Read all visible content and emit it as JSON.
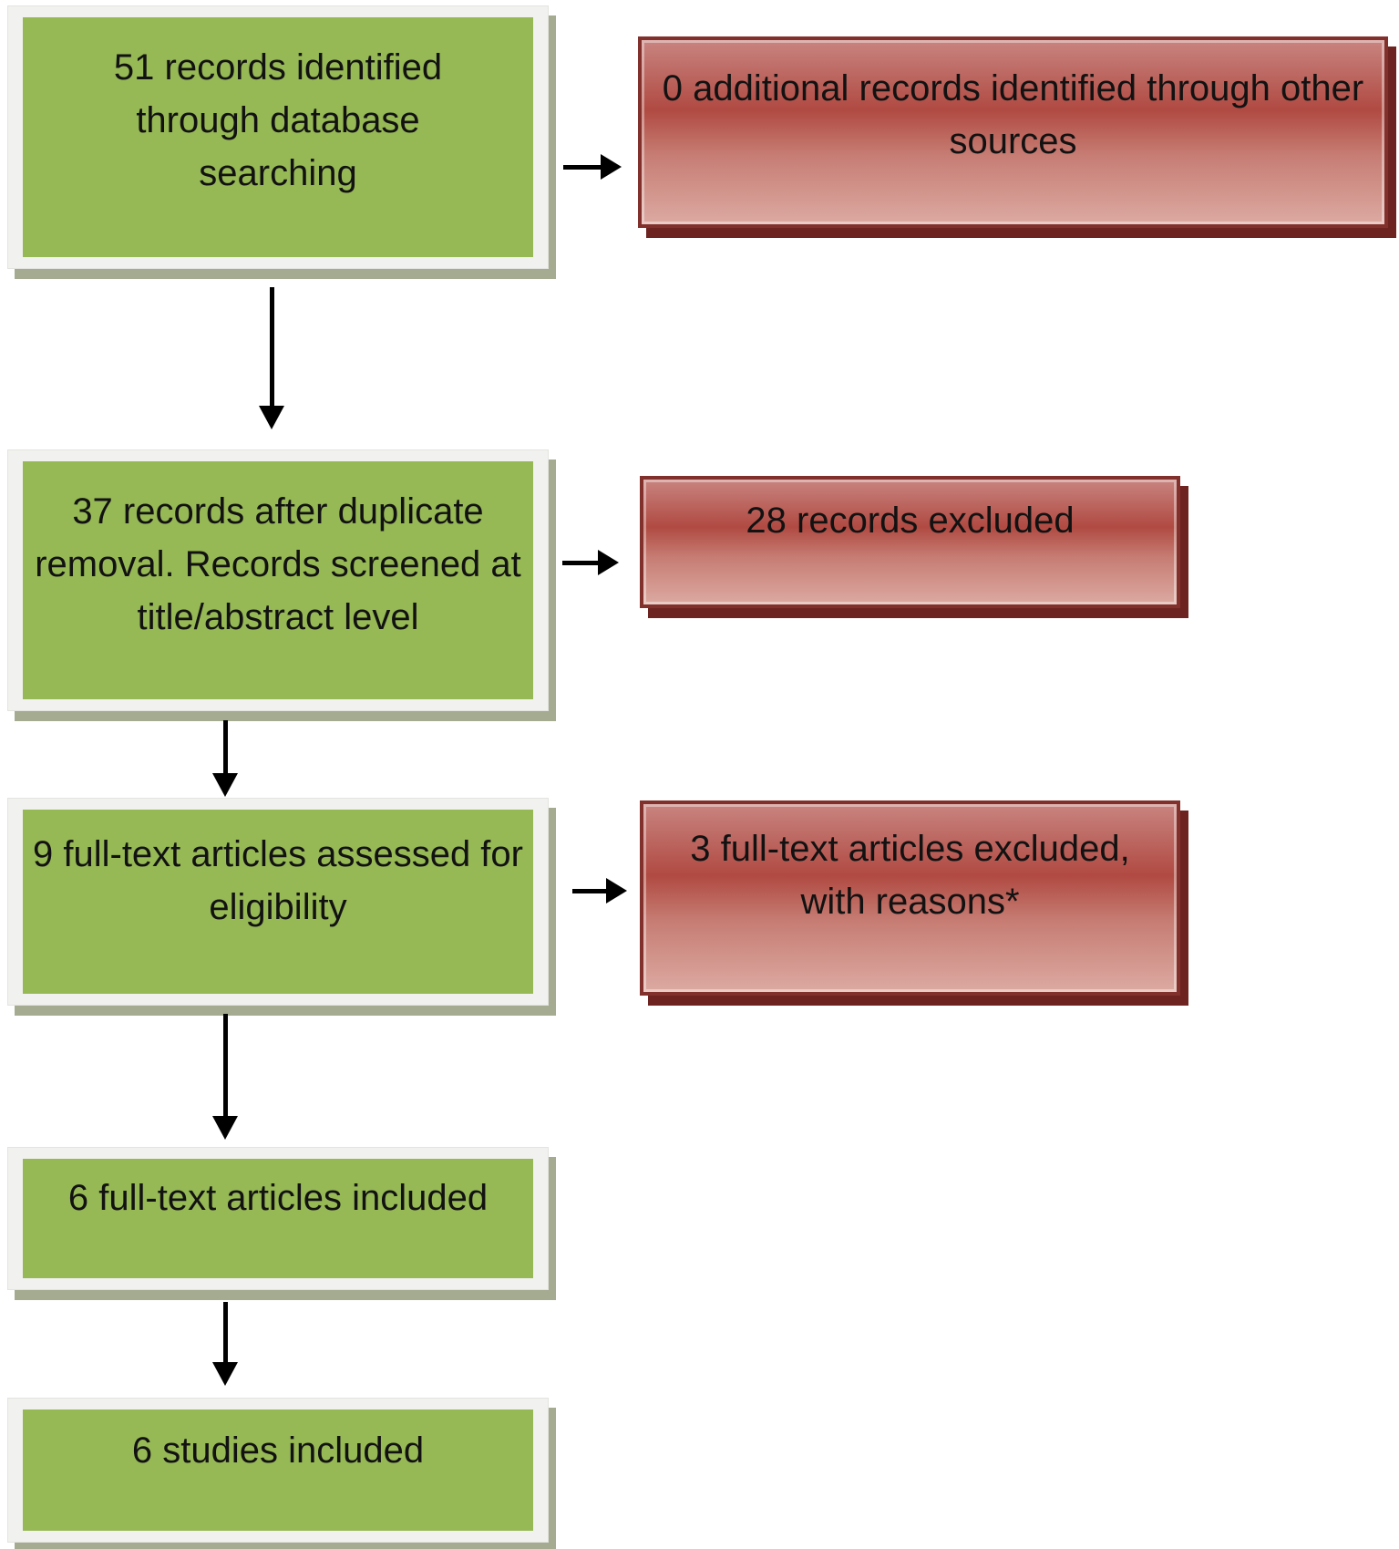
{
  "diagram_type": "study-selection-flow",
  "boxes": {
    "identified": "51 records identified through database searching",
    "additional": "0 additional records identified through other sources",
    "screened": "37 records after duplicate removal. Records screened at title/abstract level",
    "records_excluded": "28 records excluded",
    "fulltext_assessed": "9 full-text articles assessed for eligibility",
    "fulltext_excluded": "3 full-text articles excluded, with reasons*",
    "fulltext_included": "6 full-text articles included",
    "studies_included": "6 studies included"
  },
  "colors": {
    "green_fill": "#96b855",
    "green_frame": "#f1f1ef",
    "green_shadow": "#a4ab90",
    "red_border": "#82302c",
    "red_shadow": "#6d2421",
    "red_grad_top": "#c98480",
    "red_grad_mid": "#b04a42",
    "red_grad_low": "#c67c73",
    "red_grad_bottom": "#dcaaa2",
    "arrow_color": "#000000",
    "text_color": "#121212"
  }
}
